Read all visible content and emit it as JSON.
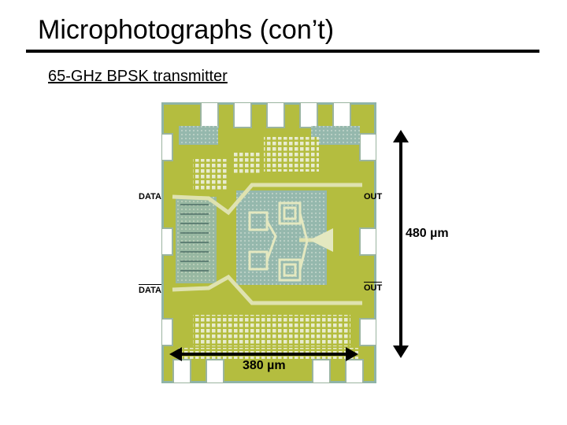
{
  "slide": {
    "title": "Microphotographs (con’t)",
    "subtitle": "65-GHz BPSK transmitter"
  },
  "figure": {
    "labels": {
      "data": "DATA",
      "data_bar": "DATA",
      "out": "OUT",
      "out_bar": "OUT"
    },
    "dimensions": {
      "height": "480 µm",
      "width": "380 µm"
    },
    "colors": {
      "substrate": "#b4bd3f",
      "pad": "#ffffff",
      "metal": "#d8d8a0",
      "pattern": "#8fb4a8",
      "arrow": "#000000"
    }
  }
}
